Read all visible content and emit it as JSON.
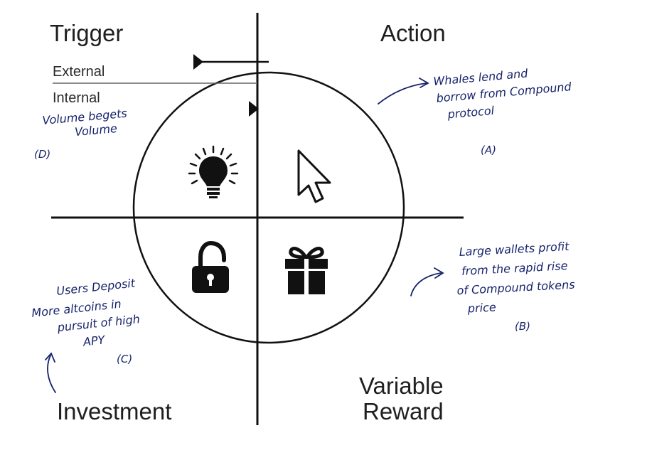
{
  "quadrants": {
    "trigger": "Trigger",
    "action": "Action",
    "variable_reward": [
      "Variable",
      "Reward"
    ],
    "investment": "Investment"
  },
  "trigger_types": {
    "external": "External",
    "internal": "Internal"
  },
  "icons": {
    "trigger": "lightbulb-icon",
    "action": "cursor-icon",
    "investment": "padlock-icon",
    "reward": "gift-icon"
  },
  "annotations": {
    "a": {
      "lines": [
        "Whales lend and",
        "borrow from Compound",
        "protocol"
      ],
      "marker": "(A)"
    },
    "b": {
      "lines": [
        "Large wallets profit",
        "from the rapid rise",
        "of Compound tokens",
        "price"
      ],
      "marker": "(B)"
    },
    "c": {
      "lines": [
        "Users Deposit",
        "More altcoins in",
        "pursuit of high",
        "APY"
      ],
      "marker": "(C)"
    },
    "d": {
      "lines": [
        "Volume begets",
        "Volume"
      ],
      "marker": "(D)"
    }
  },
  "colors": {
    "ink": "#111111",
    "handwriting": "#16226b"
  }
}
